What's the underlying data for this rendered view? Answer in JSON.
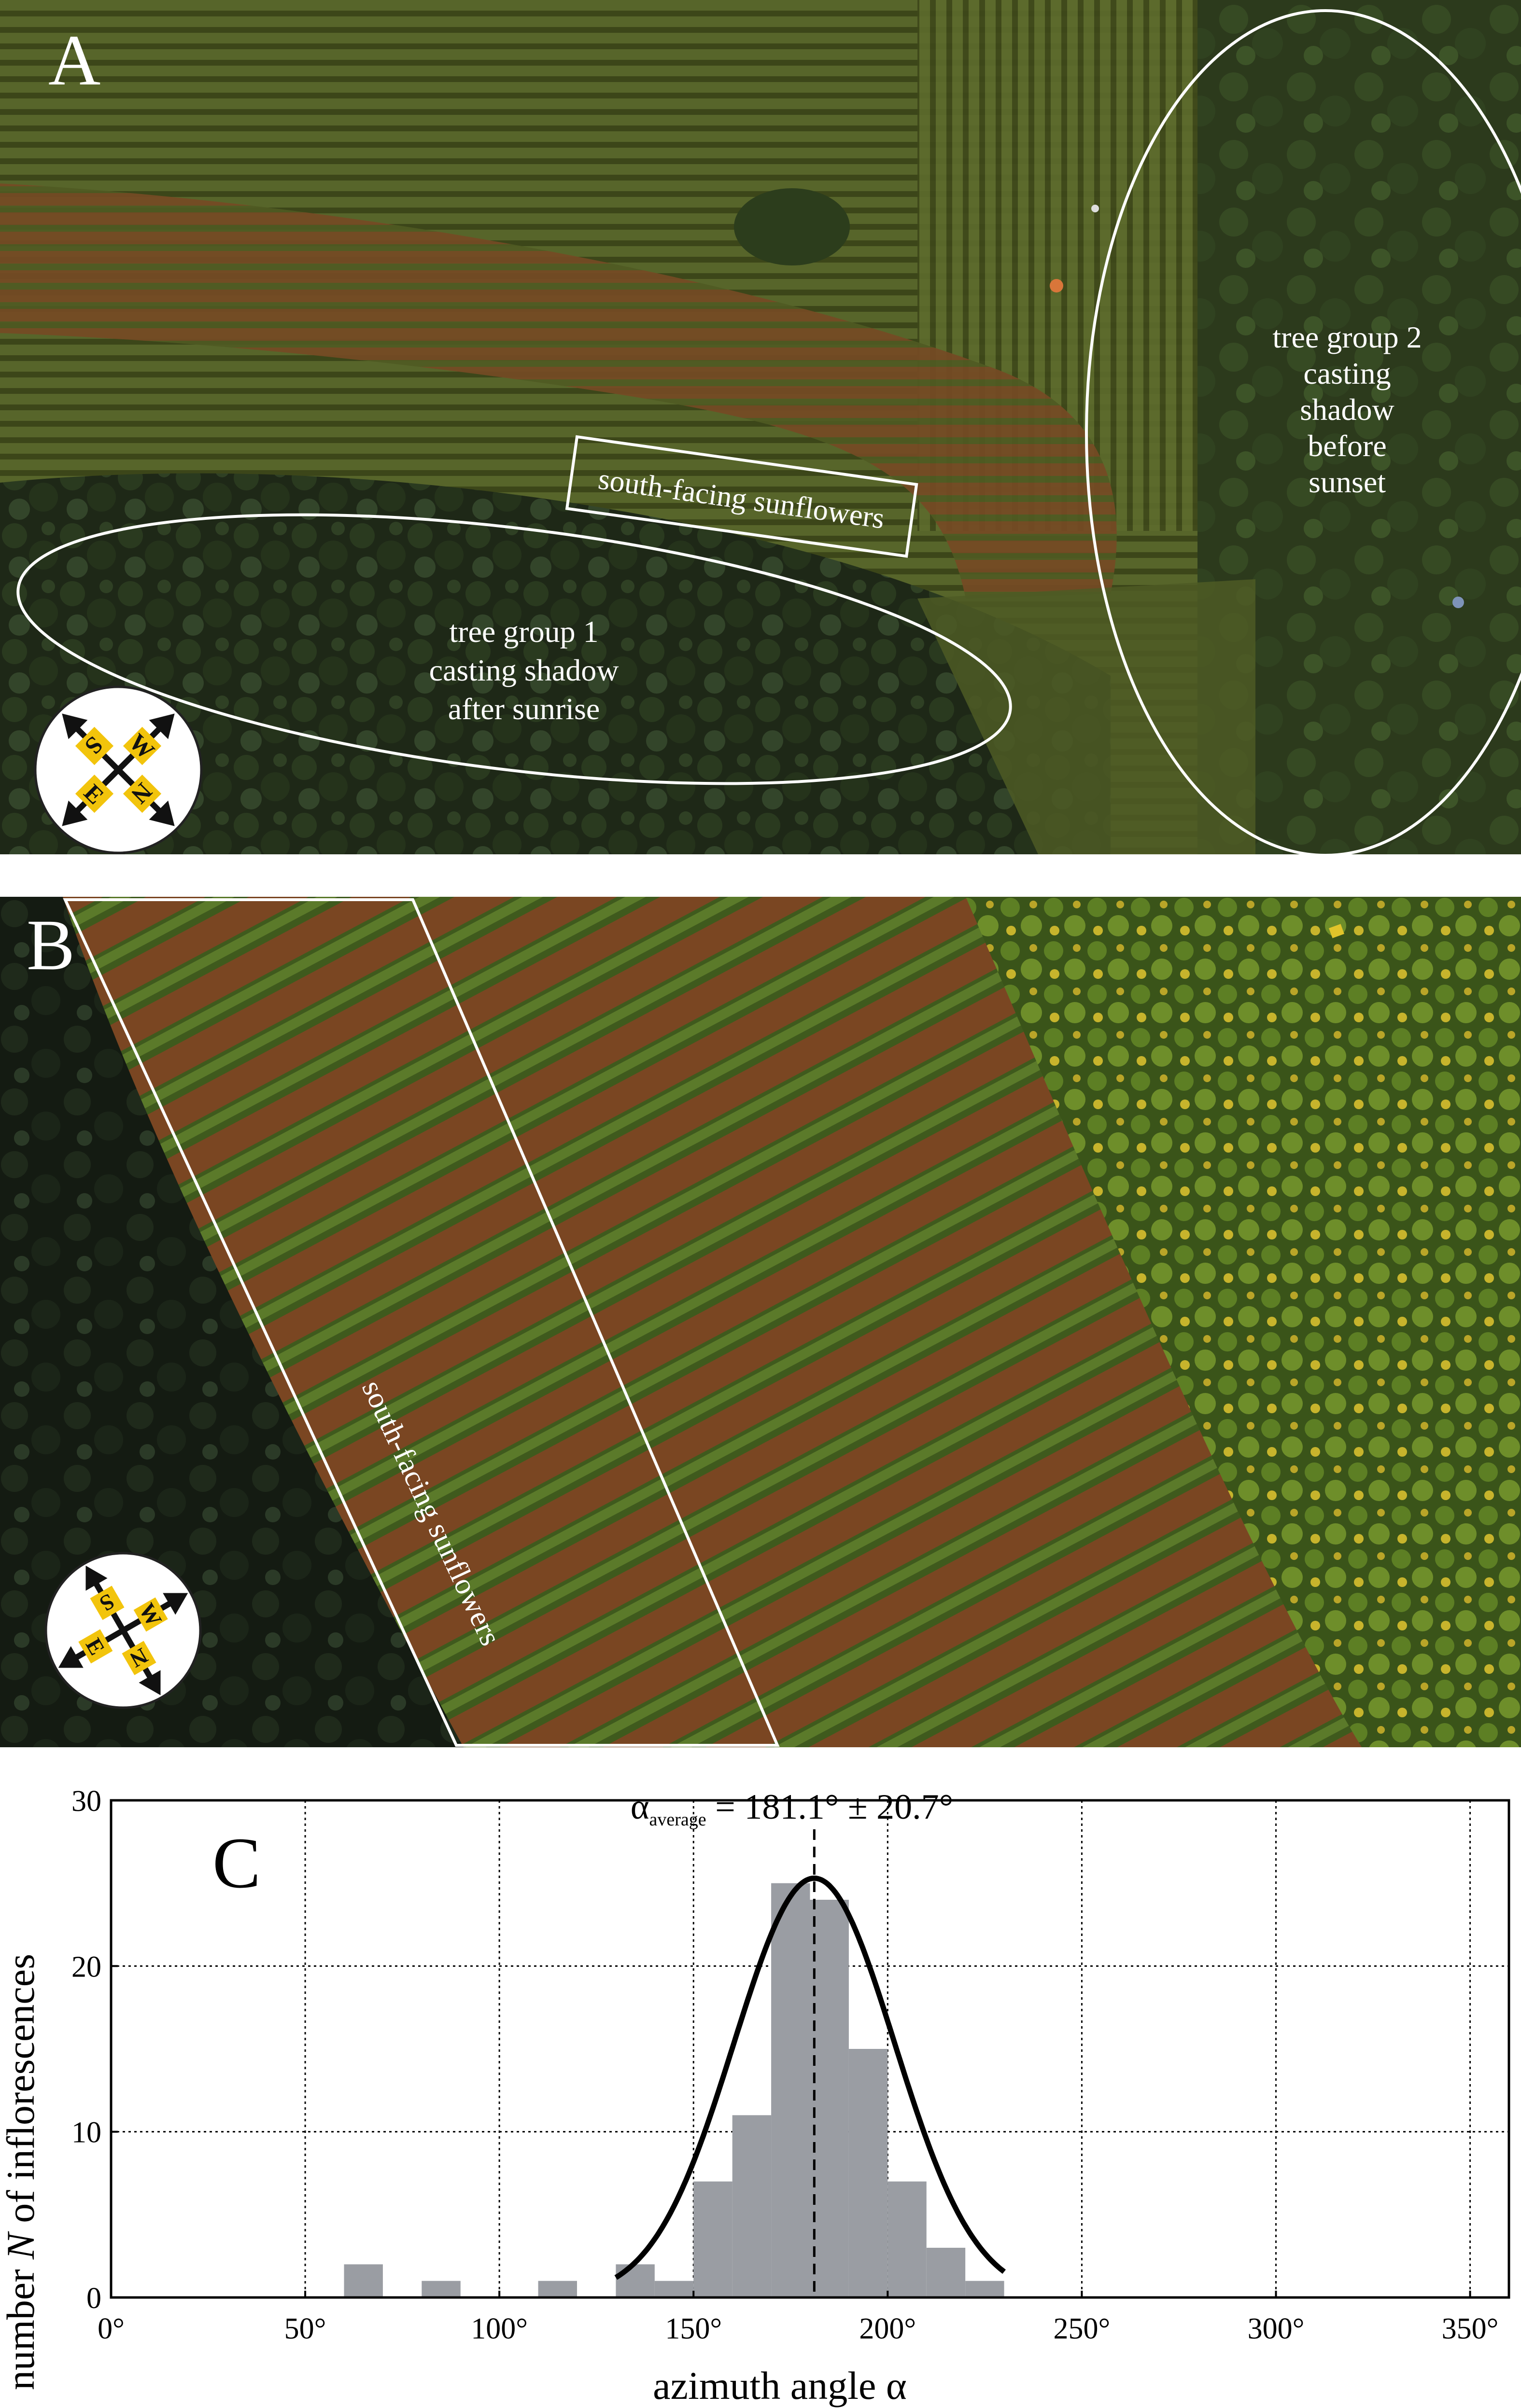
{
  "figure": {
    "panel_a": {
      "letter": "A",
      "labels": {
        "tree_group_1": [
          "tree group 1",
          "casting shadow",
          "after sunrise"
        ],
        "tree_group_2": [
          "tree group 2",
          "casting",
          "shadow",
          "before",
          "sunset"
        ],
        "sunflowers": "south-facing sunflowers"
      },
      "compass": {
        "north": "N",
        "south": "S",
        "east": "E",
        "west": "W"
      }
    },
    "panel_b": {
      "letter": "B",
      "labels": {
        "sunflowers": "south-facing sunflowers"
      },
      "compass": {
        "north": "N",
        "south": "S",
        "east": "E",
        "west": "W"
      }
    },
    "panel_c": {
      "letter": "C"
    }
  },
  "colors": {
    "field_green": "#4e5a22",
    "soil_brown": "#6b3f1f",
    "tree_dark": "#1f2a18",
    "bar_gray": "#9a9da3",
    "compass_yellow": "#f2c40c"
  },
  "chart_data": {
    "type": "bar",
    "annotation": {
      "symbol": "α",
      "subscript": "average",
      "text": " = 181.1° ± 20.7°"
    },
    "xlabel": "azimuth angle α",
    "ylabel_parts": [
      "number ",
      "N",
      " of inflorescences"
    ],
    "xlim": [
      0,
      360
    ],
    "ylim": [
      0,
      30
    ],
    "x_ticks": [
      0,
      50,
      100,
      150,
      200,
      250,
      300,
      350
    ],
    "x_tick_labels": [
      "0°",
      "50°",
      "100°",
      "150°",
      "200°",
      "250°",
      "300°",
      "350°"
    ],
    "y_ticks": [
      0,
      10,
      20,
      30
    ],
    "y_tick_labels": [
      "0",
      "10",
      "20",
      "30"
    ],
    "grid": true,
    "bin_width": 10,
    "bins": [
      {
        "x": 60,
        "count": 2
      },
      {
        "x": 80,
        "count": 1
      },
      {
        "x": 110,
        "count": 1
      },
      {
        "x": 130,
        "count": 2
      },
      {
        "x": 140,
        "count": 1
      },
      {
        "x": 150,
        "count": 7
      },
      {
        "x": 160,
        "count": 11
      },
      {
        "x": 170,
        "count": 25
      },
      {
        "x": 180,
        "count": 24
      },
      {
        "x": 190,
        "count": 15
      },
      {
        "x": 200,
        "count": 7
      },
      {
        "x": 210,
        "count": 3
      },
      {
        "x": 220,
        "count": 1
      }
    ],
    "fit": {
      "type": "gaussian",
      "mean": 181.1,
      "sd": 20.7,
      "peak": 25.3
    }
  }
}
